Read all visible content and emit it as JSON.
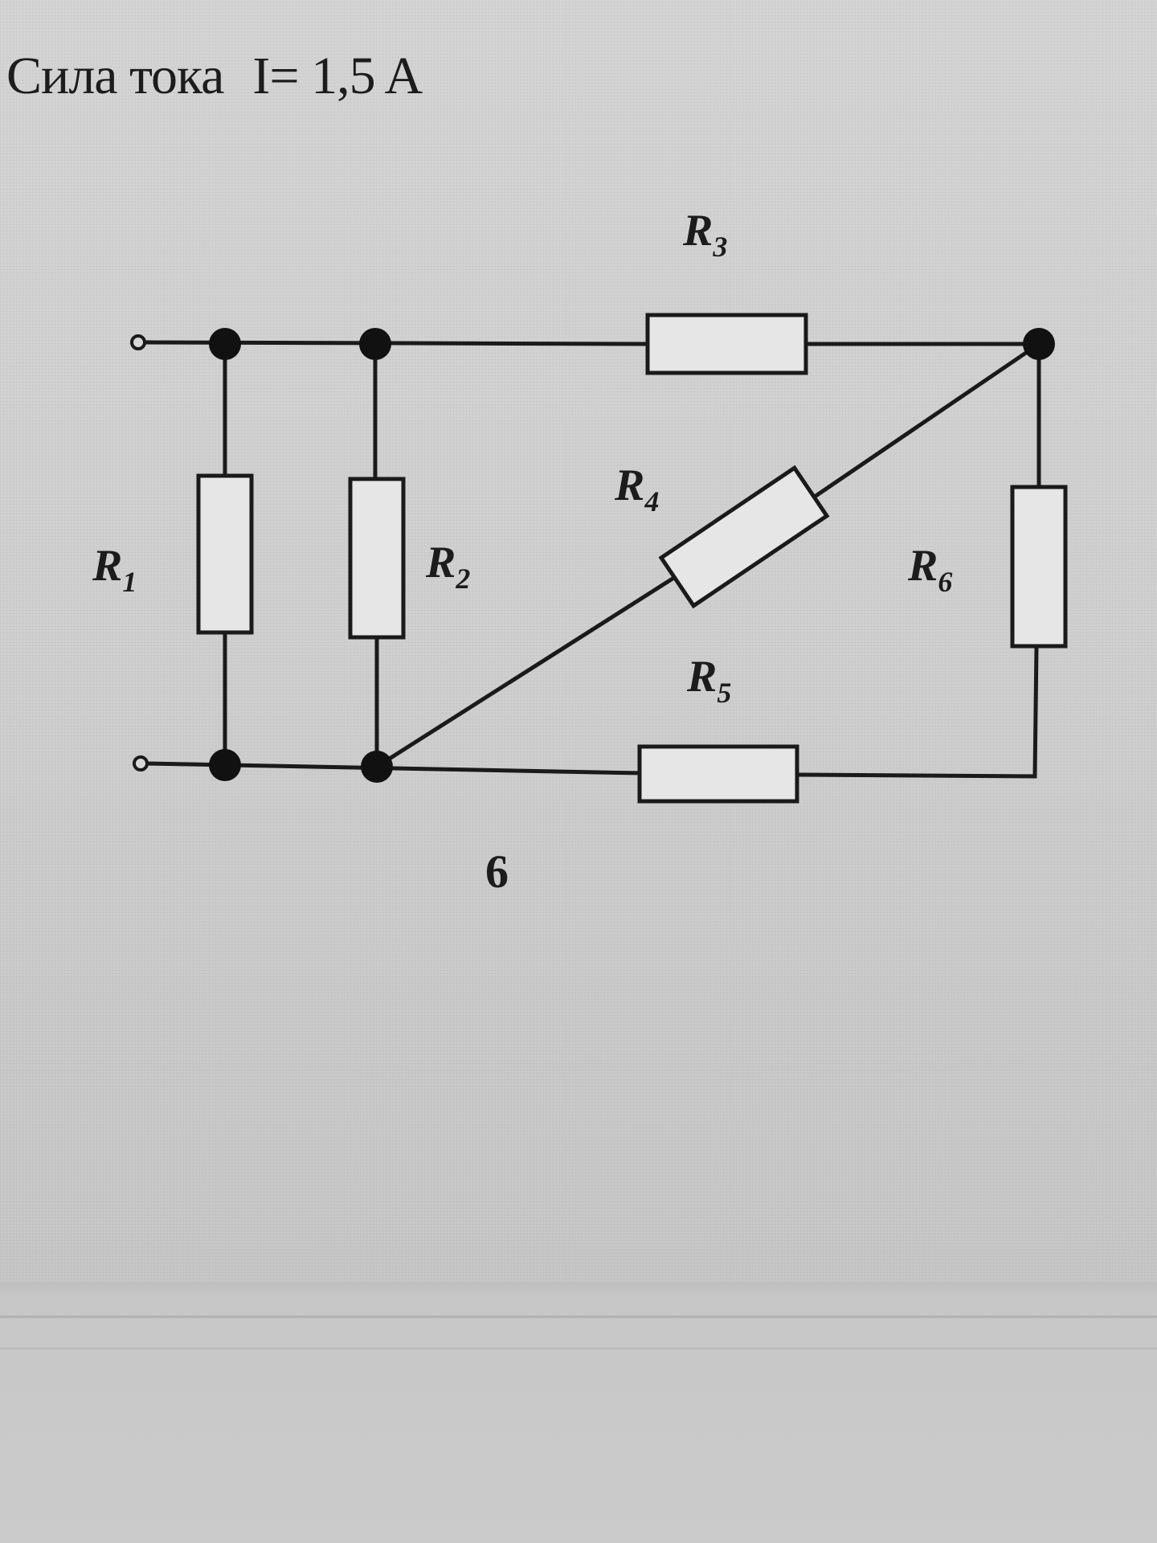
{
  "header": {
    "label": "Сила тока",
    "equation": "I= 1,5 A"
  },
  "circuit": {
    "resistors": [
      {
        "id": "R1",
        "letter": "R",
        "sub": "1"
      },
      {
        "id": "R2",
        "letter": "R",
        "sub": "2"
      },
      {
        "id": "R3",
        "letter": "R",
        "sub": "3"
      },
      {
        "id": "R4",
        "letter": "R",
        "sub": "4"
      },
      {
        "id": "R5",
        "letter": "R",
        "sub": "5"
      },
      {
        "id": "R6",
        "letter": "R",
        "sub": "6"
      }
    ],
    "figure_label": "6"
  },
  "colors": {
    "ink": "#1a1a1a",
    "background": "#d0d0d0"
  }
}
